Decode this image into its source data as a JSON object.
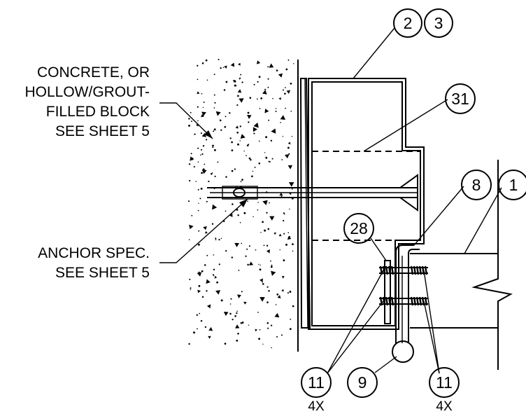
{
  "callouts": {
    "concrete": [
      "CONCRETE, OR",
      "HOLLOW/GROUT-",
      "FILLED BLOCK",
      "SEE SHEET 5"
    ],
    "anchor": [
      "ANCHOR SPEC.",
      "SEE SHEET 5"
    ]
  },
  "balloons": {
    "b2": "2",
    "b3": "3",
    "b31": "31",
    "b8": "8",
    "b1": "1",
    "b28": "28",
    "b11_left": "11",
    "b9": "9",
    "b11_right": "11"
  },
  "quantities": {
    "q11_left": "4X",
    "q11_right": "4X"
  }
}
